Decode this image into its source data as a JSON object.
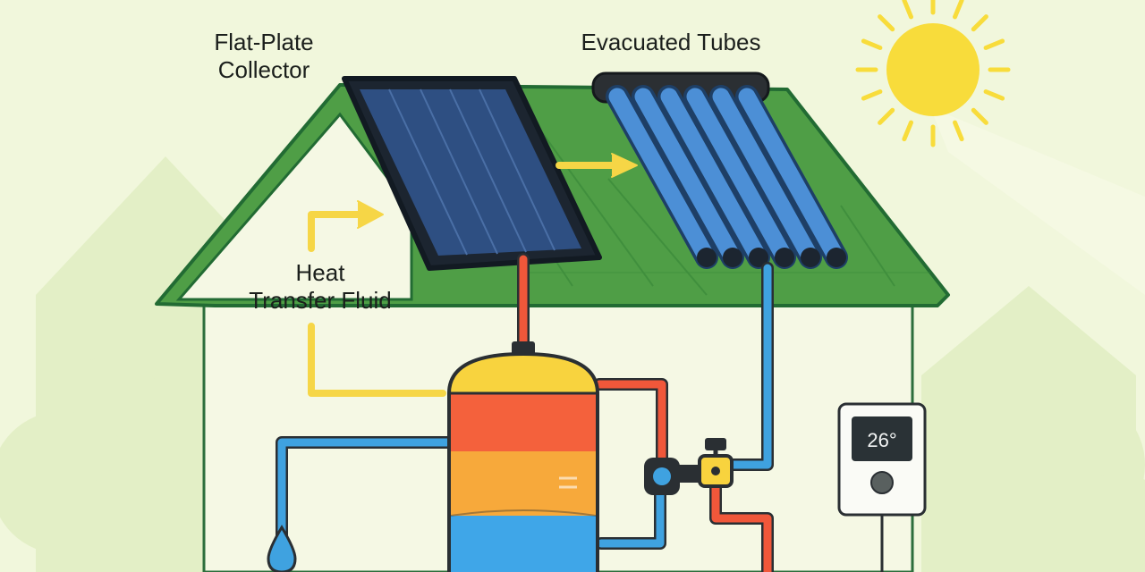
{
  "labels": {
    "flat_plate": [
      "Flat-Plate",
      "Collector"
    ],
    "evacuated_tubes": "Evacuated Tubes",
    "heat_transfer_fluid": [
      "Heat",
      "Transfer Fluid"
    ]
  },
  "thermostat": {
    "reading": "26°"
  },
  "colors": {
    "background": "#f1f7dc",
    "roof": "#4f9e46",
    "roof_outline": "#226b33",
    "solar_panel": "#2e4f82",
    "tube": "#4c8fd6",
    "hot_pipe": "#f0573a",
    "cold_pipe": "#3fa2e0",
    "fluid_arrow": "#f6d646",
    "sun": "#f8dc3b",
    "tank_top": "#f8d33e",
    "tank_hot": "#f4613c",
    "tank_mid": "#f7a93b",
    "tank_cold": "#3fa6e8"
  }
}
